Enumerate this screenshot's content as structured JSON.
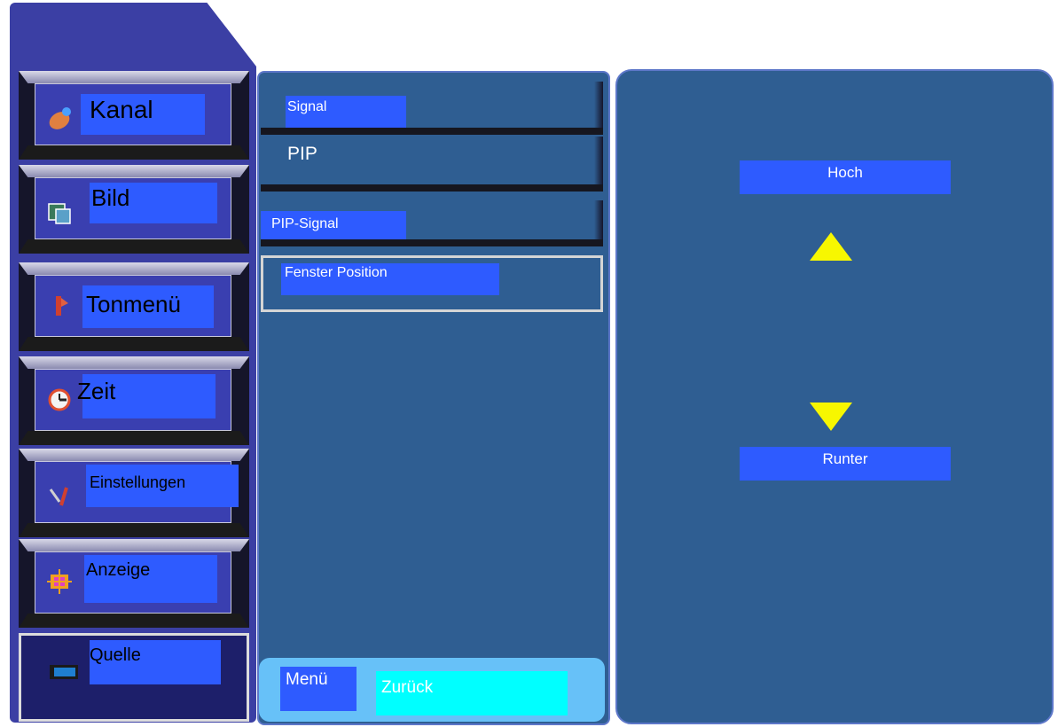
{
  "sidebar": {
    "items": [
      {
        "label": "Kanal",
        "icon": "satellite-dish-icon"
      },
      {
        "label": "Bild",
        "icon": "picture-icon"
      },
      {
        "label": "Tonmenü",
        "icon": "speaker-icon"
      },
      {
        "label": "Zeit",
        "icon": "clock-icon"
      },
      {
        "label": "Einstellungen",
        "icon": "tools-icon"
      },
      {
        "label": "Anzeige",
        "icon": "display-icon"
      },
      {
        "label": "Quelle",
        "icon": "source-input-icon"
      }
    ]
  },
  "menu": {
    "options": [
      {
        "label": "Signal"
      },
      {
        "label": "PIP"
      },
      {
        "label": "PIP-Signal"
      },
      {
        "label": "Fenster Position"
      }
    ]
  },
  "footer": {
    "menu_label": "Menü",
    "back_label": "Zurück"
  },
  "position": {
    "up_label": "Hoch",
    "down_label": "Runter"
  },
  "colors": {
    "panel": "#2f5e92",
    "sidebar": "#3b3fa4",
    "highlight": "#2e5bff",
    "arrow": "#f7f700",
    "back_key": "#00ffff",
    "footer": "#67c1f8"
  }
}
